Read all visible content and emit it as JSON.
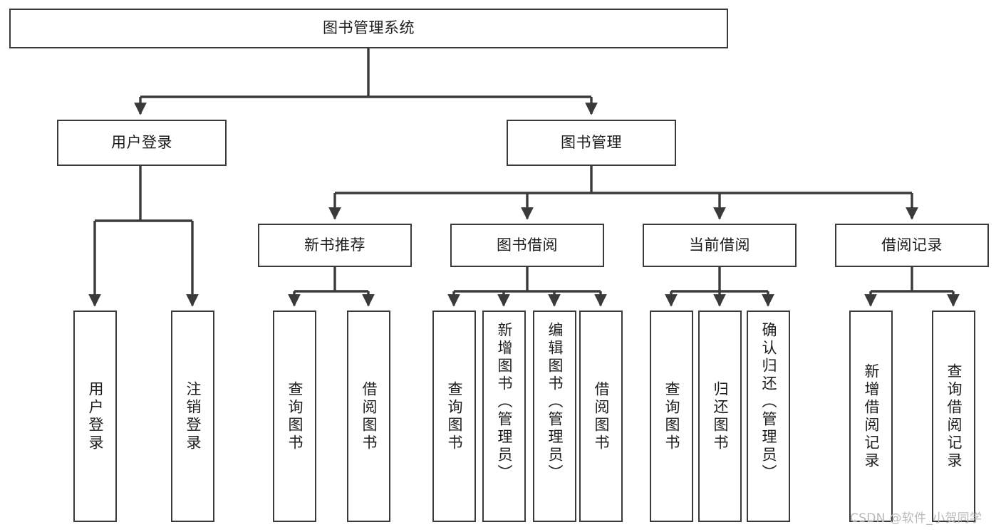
{
  "diagram": {
    "title": "图书管理系统",
    "type": "tree-hierarchy-chart",
    "orientation": "top-down",
    "colors": {
      "background": "#ffffff",
      "node_border": "#3a3a3a",
      "node_fill": "#ffffff",
      "edge": "#3a3a3a",
      "text": "#1d1d1d",
      "watermark": "#b9b9b9"
    },
    "watermark": "CSDN @软件_小贺同学",
    "levels": {
      "root": {
        "id": "root",
        "label": "图书管理系统"
      },
      "level2": [
        {
          "id": "user-login",
          "label": "用户登录"
        },
        {
          "id": "book-management",
          "label": "图书管理"
        }
      ],
      "level3": [
        {
          "id": "new-book-recommend",
          "label": "新书推荐",
          "parent": "book-management"
        },
        {
          "id": "book-borrow",
          "label": "图书借阅",
          "parent": "book-management"
        },
        {
          "id": "current-borrow",
          "label": "当前借阅",
          "parent": "book-management"
        },
        {
          "id": "borrow-record",
          "label": "借阅记录",
          "parent": "book-management"
        }
      ],
      "leaves": [
        {
          "id": "leaf-user-login",
          "label": "用户登录",
          "parent": "user-login"
        },
        {
          "id": "leaf-logout-login",
          "label": "注销登录",
          "parent": "user-login"
        },
        {
          "id": "leaf-query-book-1",
          "label": "查询图书",
          "parent": "new-book-recommend"
        },
        {
          "id": "leaf-borrow-book-1",
          "label": "借阅图书",
          "parent": "new-book-recommend"
        },
        {
          "id": "leaf-query-book-2",
          "label": "查询图书",
          "parent": "book-borrow"
        },
        {
          "id": "leaf-add-book",
          "label": "新增图书（管理员）",
          "parent": "book-borrow"
        },
        {
          "id": "leaf-edit-book",
          "label": "编辑图书（管理员）",
          "parent": "book-borrow"
        },
        {
          "id": "leaf-borrow-book-2",
          "label": "借阅图书",
          "parent": "book-borrow"
        },
        {
          "id": "leaf-query-book-3",
          "label": "查询图书",
          "parent": "current-borrow"
        },
        {
          "id": "leaf-return-book",
          "label": "归还图书",
          "parent": "current-borrow"
        },
        {
          "id": "leaf-confirm-return",
          "label": "确认归还（管理员）",
          "parent": "current-borrow"
        },
        {
          "id": "leaf-add-record",
          "label": "新增借阅记录",
          "parent": "borrow-record"
        },
        {
          "id": "leaf-query-record",
          "label": "查询借阅记录",
          "parent": "borrow-record"
        }
      ]
    }
  }
}
